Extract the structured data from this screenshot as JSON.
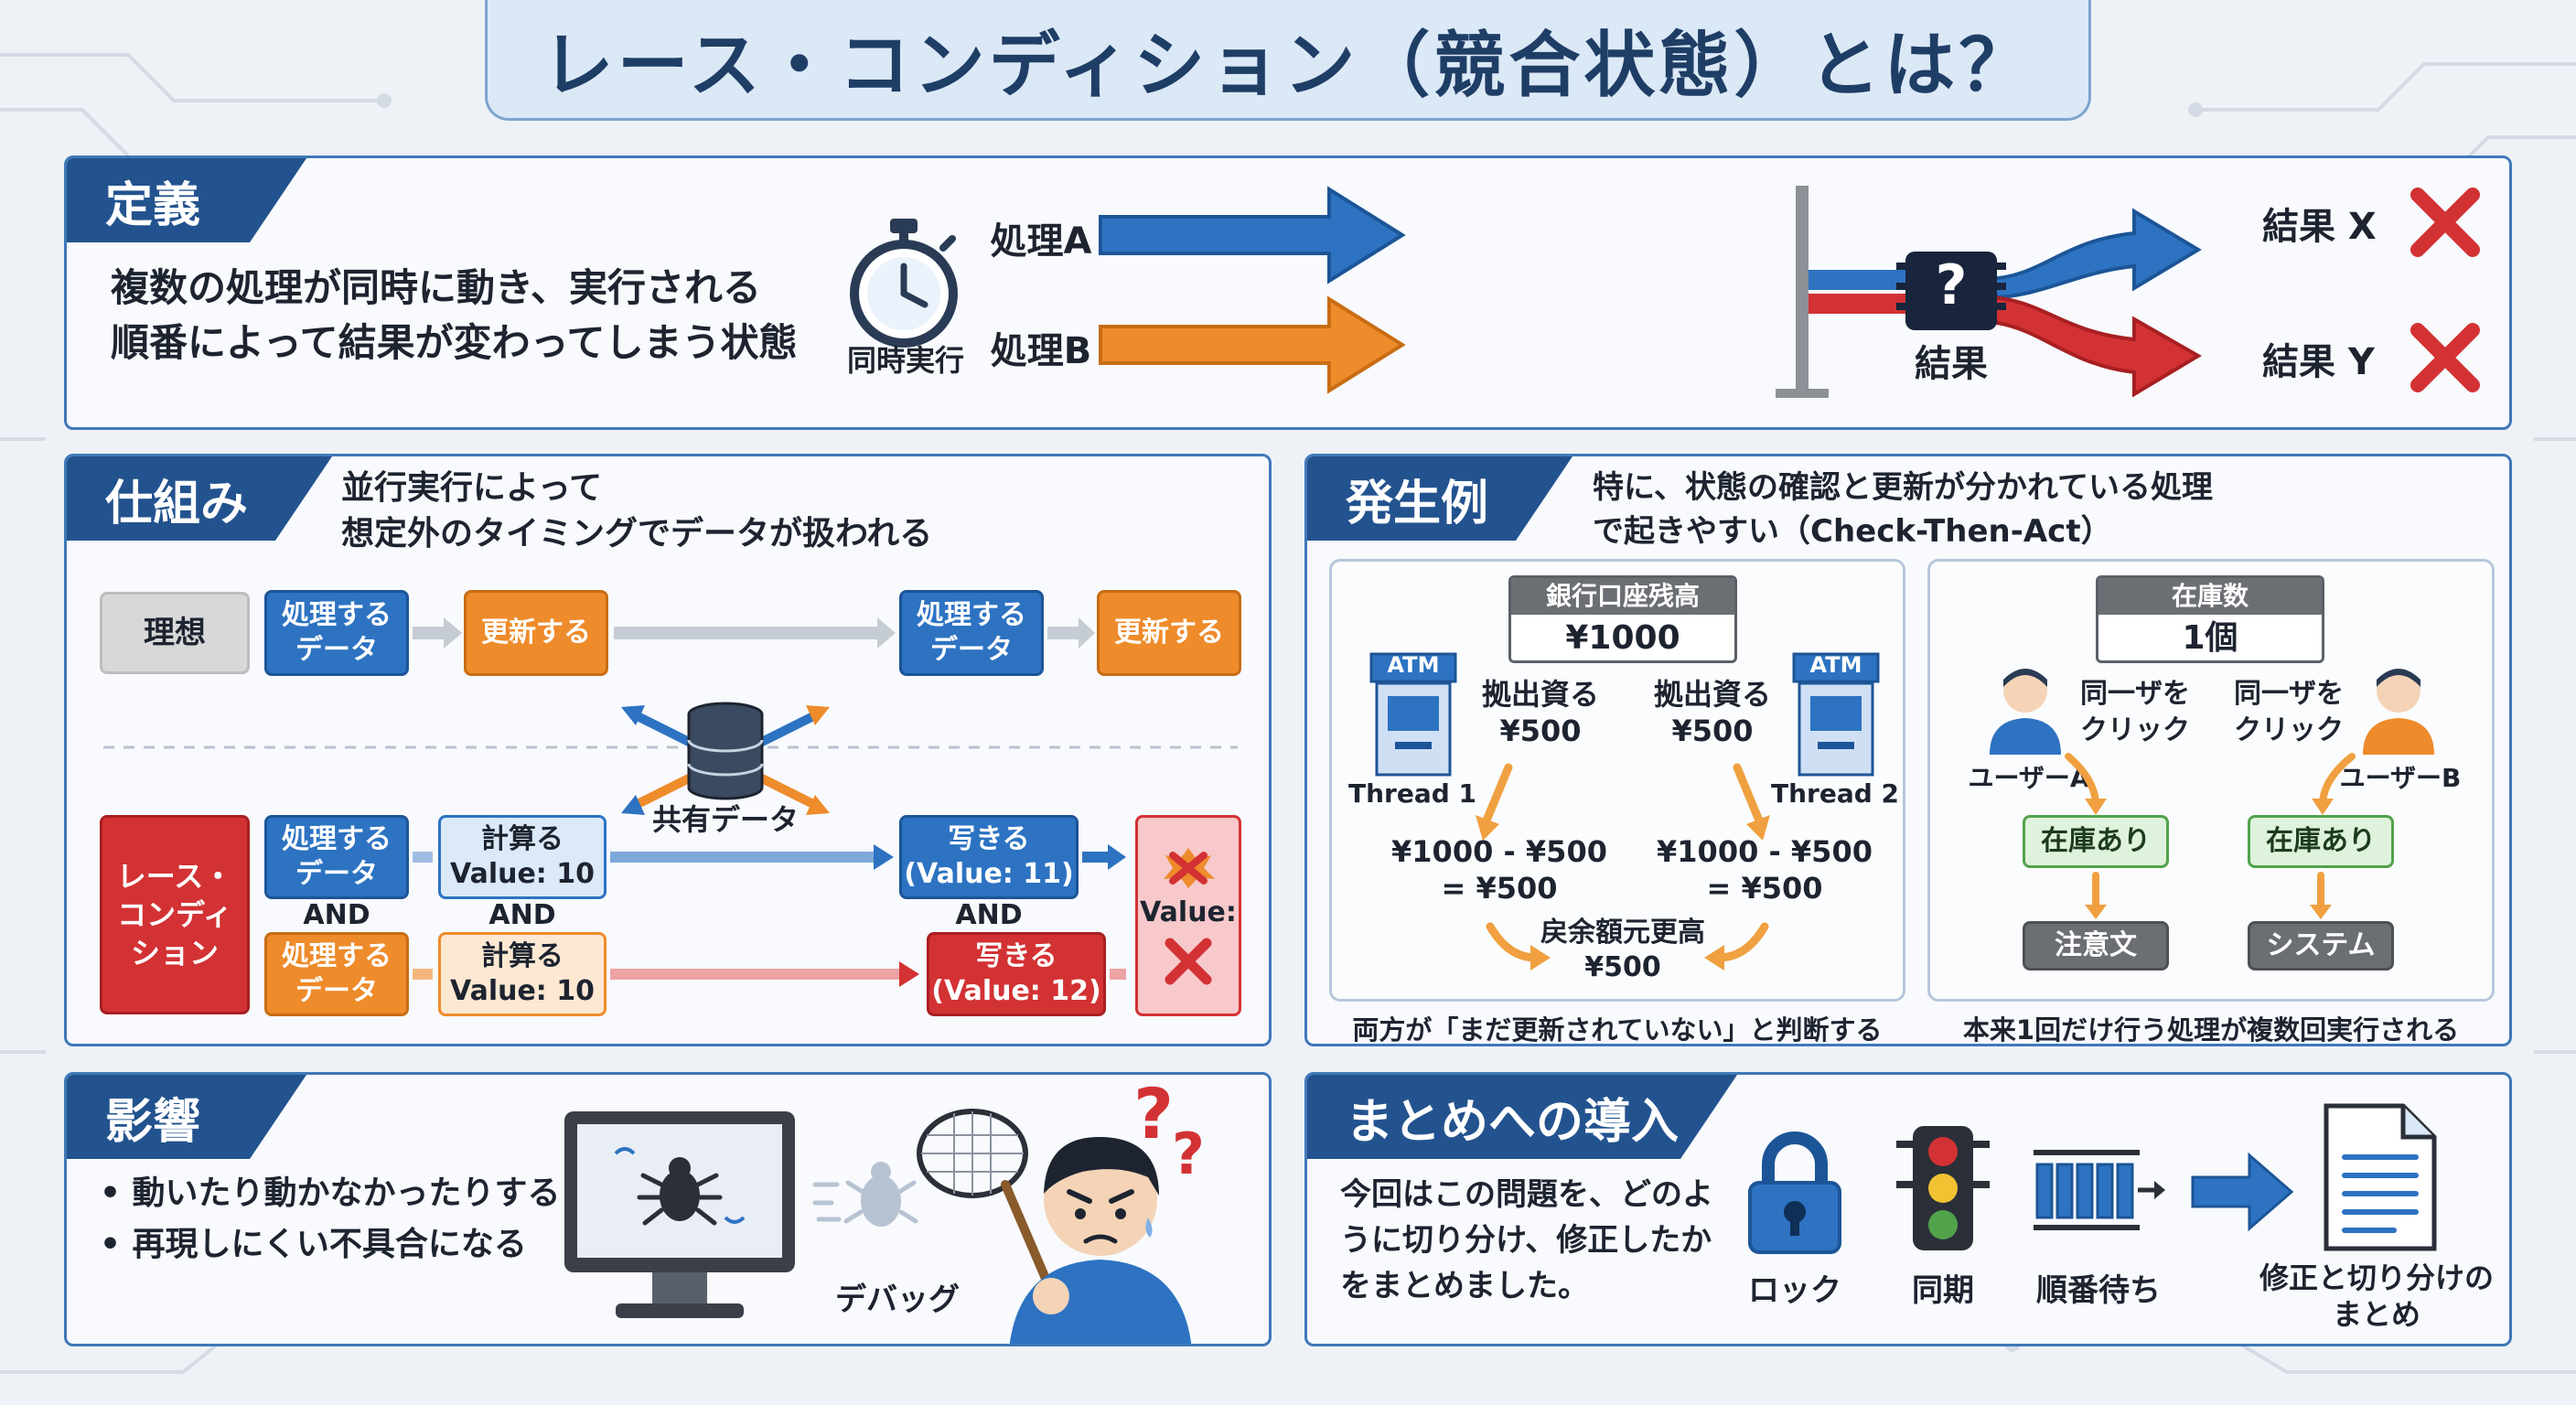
{
  "title": "レース・コンディション（競合状態）とは？",
  "definition": {
    "tab": "定義",
    "text_lines": [
      "複数の処理が同時に動き、実行される",
      "順番によって結果が変わってしまう状態"
    ],
    "timer_label": "同時実行",
    "process_a": "処理A",
    "process_b": "処理B",
    "question": "?",
    "result_label": "結果",
    "result_x": "結果 X",
    "result_y": "結果 Y"
  },
  "mechanism": {
    "tab": "仕組み",
    "desc_lines": [
      "並行実行によって",
      "想定外のタイミングでデータが扱われる"
    ],
    "ideal_label": "理想",
    "ideal_steps": [
      "処理する\nデータ",
      "更新する",
      "処理する\nデータ",
      "更新する"
    ],
    "shared_data": "共有データ",
    "race_label": "レース・\nコンディ\nション",
    "row1": [
      "処理する\nデータ",
      "計算る\nValue: 10",
      "写きる\n(Value: 11)"
    ],
    "and_labels": [
      "AND",
      "AND",
      "AND"
    ],
    "row2": [
      "処理する\nデータ",
      "計算る\nValue: 10",
      "写きる\n(Value: 12)"
    ],
    "final_value": "Value:"
  },
  "example": {
    "tab": "発生例",
    "desc_lines": [
      "特に、状態の確認と更新が分かれている処理",
      "で起きやすい（Check-Then-Act）"
    ],
    "bank": {
      "header": "銀行口座残高",
      "value": "¥1000",
      "atm": "ATM",
      "thread1": "Thread 1",
      "thread2": "Thread 2",
      "withdraw1": "拠出資る\n¥500",
      "withdraw2": "拠出資る\n¥500",
      "calc1": "¥1000 - ¥500\n= ¥500",
      "calc2": "¥1000 - ¥500\n= ¥500",
      "final": "戻余額元更高\n¥500",
      "caption": "両方が「まだ更新されていない」と判断する"
    },
    "stock": {
      "header": "在庫数",
      "value": "1個",
      "click_a": "同一ザを\nクリック",
      "click_b": "同一ザを\nクリック",
      "user_a": "ユーザーA",
      "user_b": "ユーザーB",
      "in_stock_a": "在庫あり",
      "in_stock_b": "在庫あり",
      "result_a": "注意文",
      "result_b": "システム",
      "caption": "本来1回だけ行う処理が複数回実行される"
    }
  },
  "impact": {
    "tab": "影響",
    "bullets": [
      "• 動いたり動かなかったりする",
      "• 再現しにくい不具合になる"
    ],
    "debug_label": "デバッグ",
    "question_marks": "?"
  },
  "intro": {
    "tab": "まとめへの導入",
    "text_lines": [
      "今回はこの問題を、どのよ",
      "うに切り分け、修正したか",
      "をまとめました。"
    ],
    "lock": "ロック",
    "sync": "同期",
    "queue": "順番待ち",
    "summary": "修正と切り分けの\nまとめ"
  },
  "colors": {
    "blue": "#2d73c2",
    "orange": "#ee8b2b",
    "red": "#d33234",
    "navy": "#23538f",
    "green": "#52a24b"
  }
}
